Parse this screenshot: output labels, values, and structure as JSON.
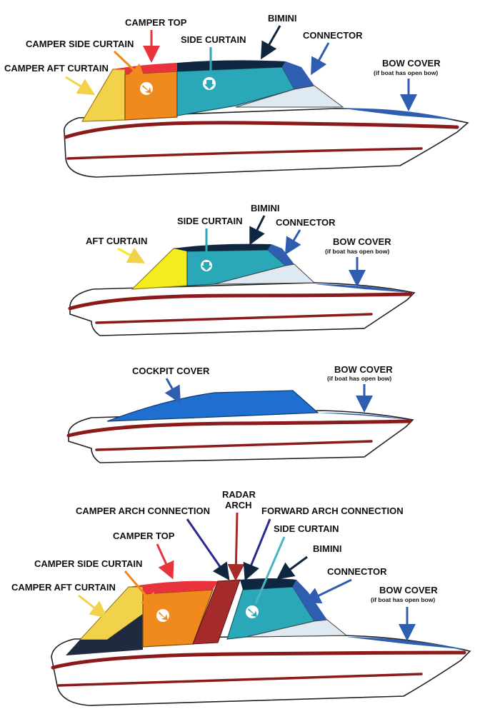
{
  "boat1": {
    "camper_top": "CAMPER TOP",
    "camper_side_curtain": "CAMPER SIDE CURTAIN",
    "camper_aft_curtain": "CAMPER AFT CURTAIN",
    "side_curtain": "SIDE CURTAIN",
    "bimini": "BIMINI",
    "connector": "CONNECTOR",
    "bow_cover": "BOW COVER",
    "bow_cover_note": "(if boat has open bow)"
  },
  "boat2": {
    "bimini": "BIMINI",
    "side_curtain": "SIDE CURTAIN",
    "connector": "CONNECTOR",
    "aft_curtain": "AFT CURTAIN",
    "bow_cover": "BOW COVER",
    "bow_cover_note": "(if boat has open bow)"
  },
  "boat3": {
    "cockpit_cover": "COCKPIT COVER",
    "bow_cover": "BOW COVER",
    "bow_cover_note": "(if boat has open bow)"
  },
  "boat4": {
    "radar_arch_1": "RADAR",
    "radar_arch_2": "ARCH",
    "camper_arch_connection": "CAMPER ARCH CONNECTION",
    "forward_arch_connection": "FORWARD ARCH CONNECTION",
    "side_curtain": "SIDE CURTAIN",
    "camper_top": "CAMPER TOP",
    "bimini": "BIMINI",
    "camper_side_curtain": "CAMPER SIDE CURTAIN",
    "connector": "CONNECTOR",
    "camper_aft_curtain": "CAMPER AFT CURTAIN",
    "bow_cover": "BOW COVER",
    "bow_cover_note": "(if boat has open bow)"
  },
  "colors": {
    "camper_top": "#e8323c",
    "camper_side_curtain": "#f08a1c",
    "camper_aft_curtain": "#f2d24a",
    "side_curtain": "#2aa8b8",
    "bimini": "#0f2640",
    "connector": "#2f5eb0",
    "bow_cover": "#2f5eb0",
    "aft_curtain": "#f4ec1c",
    "cockpit_cover": "#1f6fd0",
    "radar_arch": "#a52a2a",
    "hull_stripe": "#8b1a1a"
  }
}
